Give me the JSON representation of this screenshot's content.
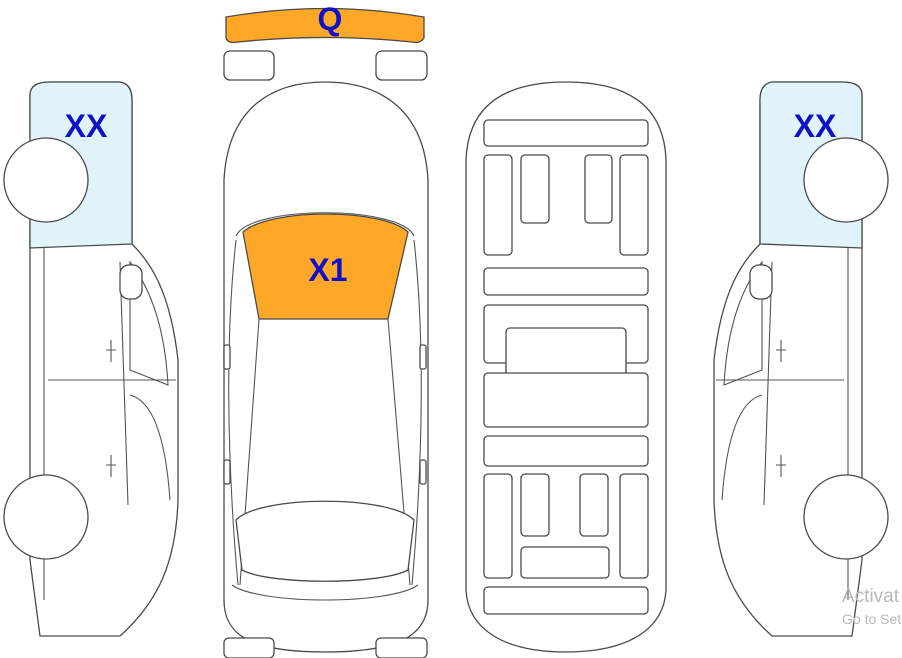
{
  "labels": {
    "top_part": "Q",
    "windshield": "X1",
    "left_side_window": "XX",
    "right_side_window": "XX"
  },
  "watermark": {
    "line1": "Activat",
    "line2": "Go to Set"
  },
  "colors": {
    "selected_fill": "#ffa726",
    "side_glass_fill": "#e1f4fb",
    "label_text": "#1010c8",
    "outline": "#4a4a4a"
  }
}
